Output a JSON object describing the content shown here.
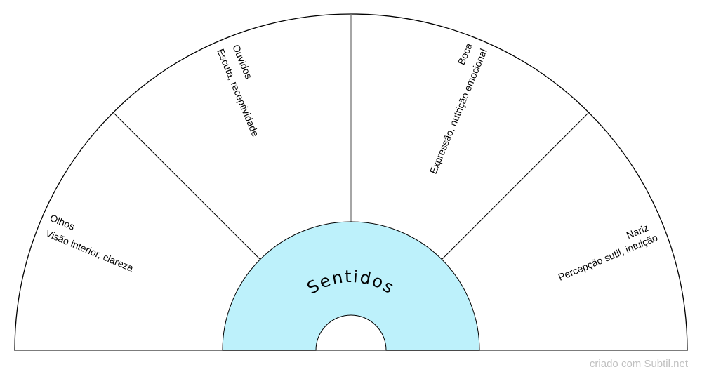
{
  "diagram": {
    "center_label": "Sentidos",
    "hub_color": "#bdf1fb",
    "sectors": [
      {
        "title": "Olhos",
        "subtitle": "Visão interior, clareza"
      },
      {
        "title": "Ouvidos",
        "subtitle": "Escuta, receptividade"
      },
      {
        "title": "Boca",
        "subtitle": "Expressão, nutrição emocional"
      },
      {
        "title": "Nariz",
        "subtitle": "Percepção sutil, intuição"
      }
    ]
  },
  "footer": {
    "credit": "criado com Subtil.net"
  }
}
